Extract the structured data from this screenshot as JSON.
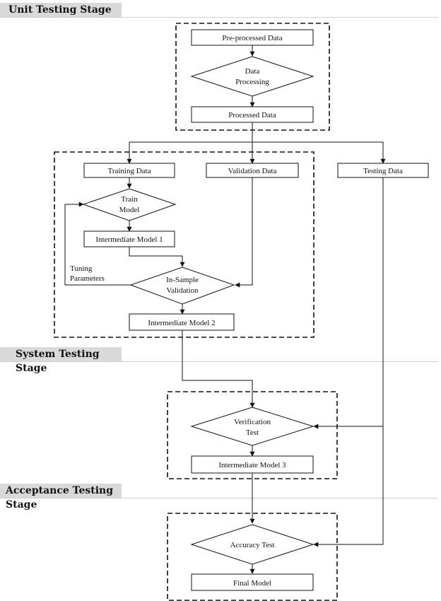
{
  "stages": {
    "unit": "Unit Testing Stage",
    "system": "System Testing Stage",
    "acceptance": "Acceptance Testing Stage"
  },
  "nodes": {
    "preprocessed": "Pre-processed Data",
    "data_processing_1": "Data",
    "data_processing_2": "Processing",
    "processed": "Processed Data",
    "training": "Training Data",
    "validation": "Validation Data",
    "testing": "Testing Data",
    "train_model_1": "Train",
    "train_model_2": "Model",
    "intermediate1": "Intermediate Model 1",
    "insample_1": "In-Sample",
    "insample_2": "Validation",
    "intermediate2": "Intermediate Model 2",
    "verification_1": "Verification",
    "verification_2": "Test",
    "intermediate3": "Intermediate Model 3",
    "accuracy": "Accuracy Test",
    "final": "Final Model"
  },
  "annotations": {
    "tuning_1": "Tuning",
    "tuning_2": "Parameters"
  }
}
